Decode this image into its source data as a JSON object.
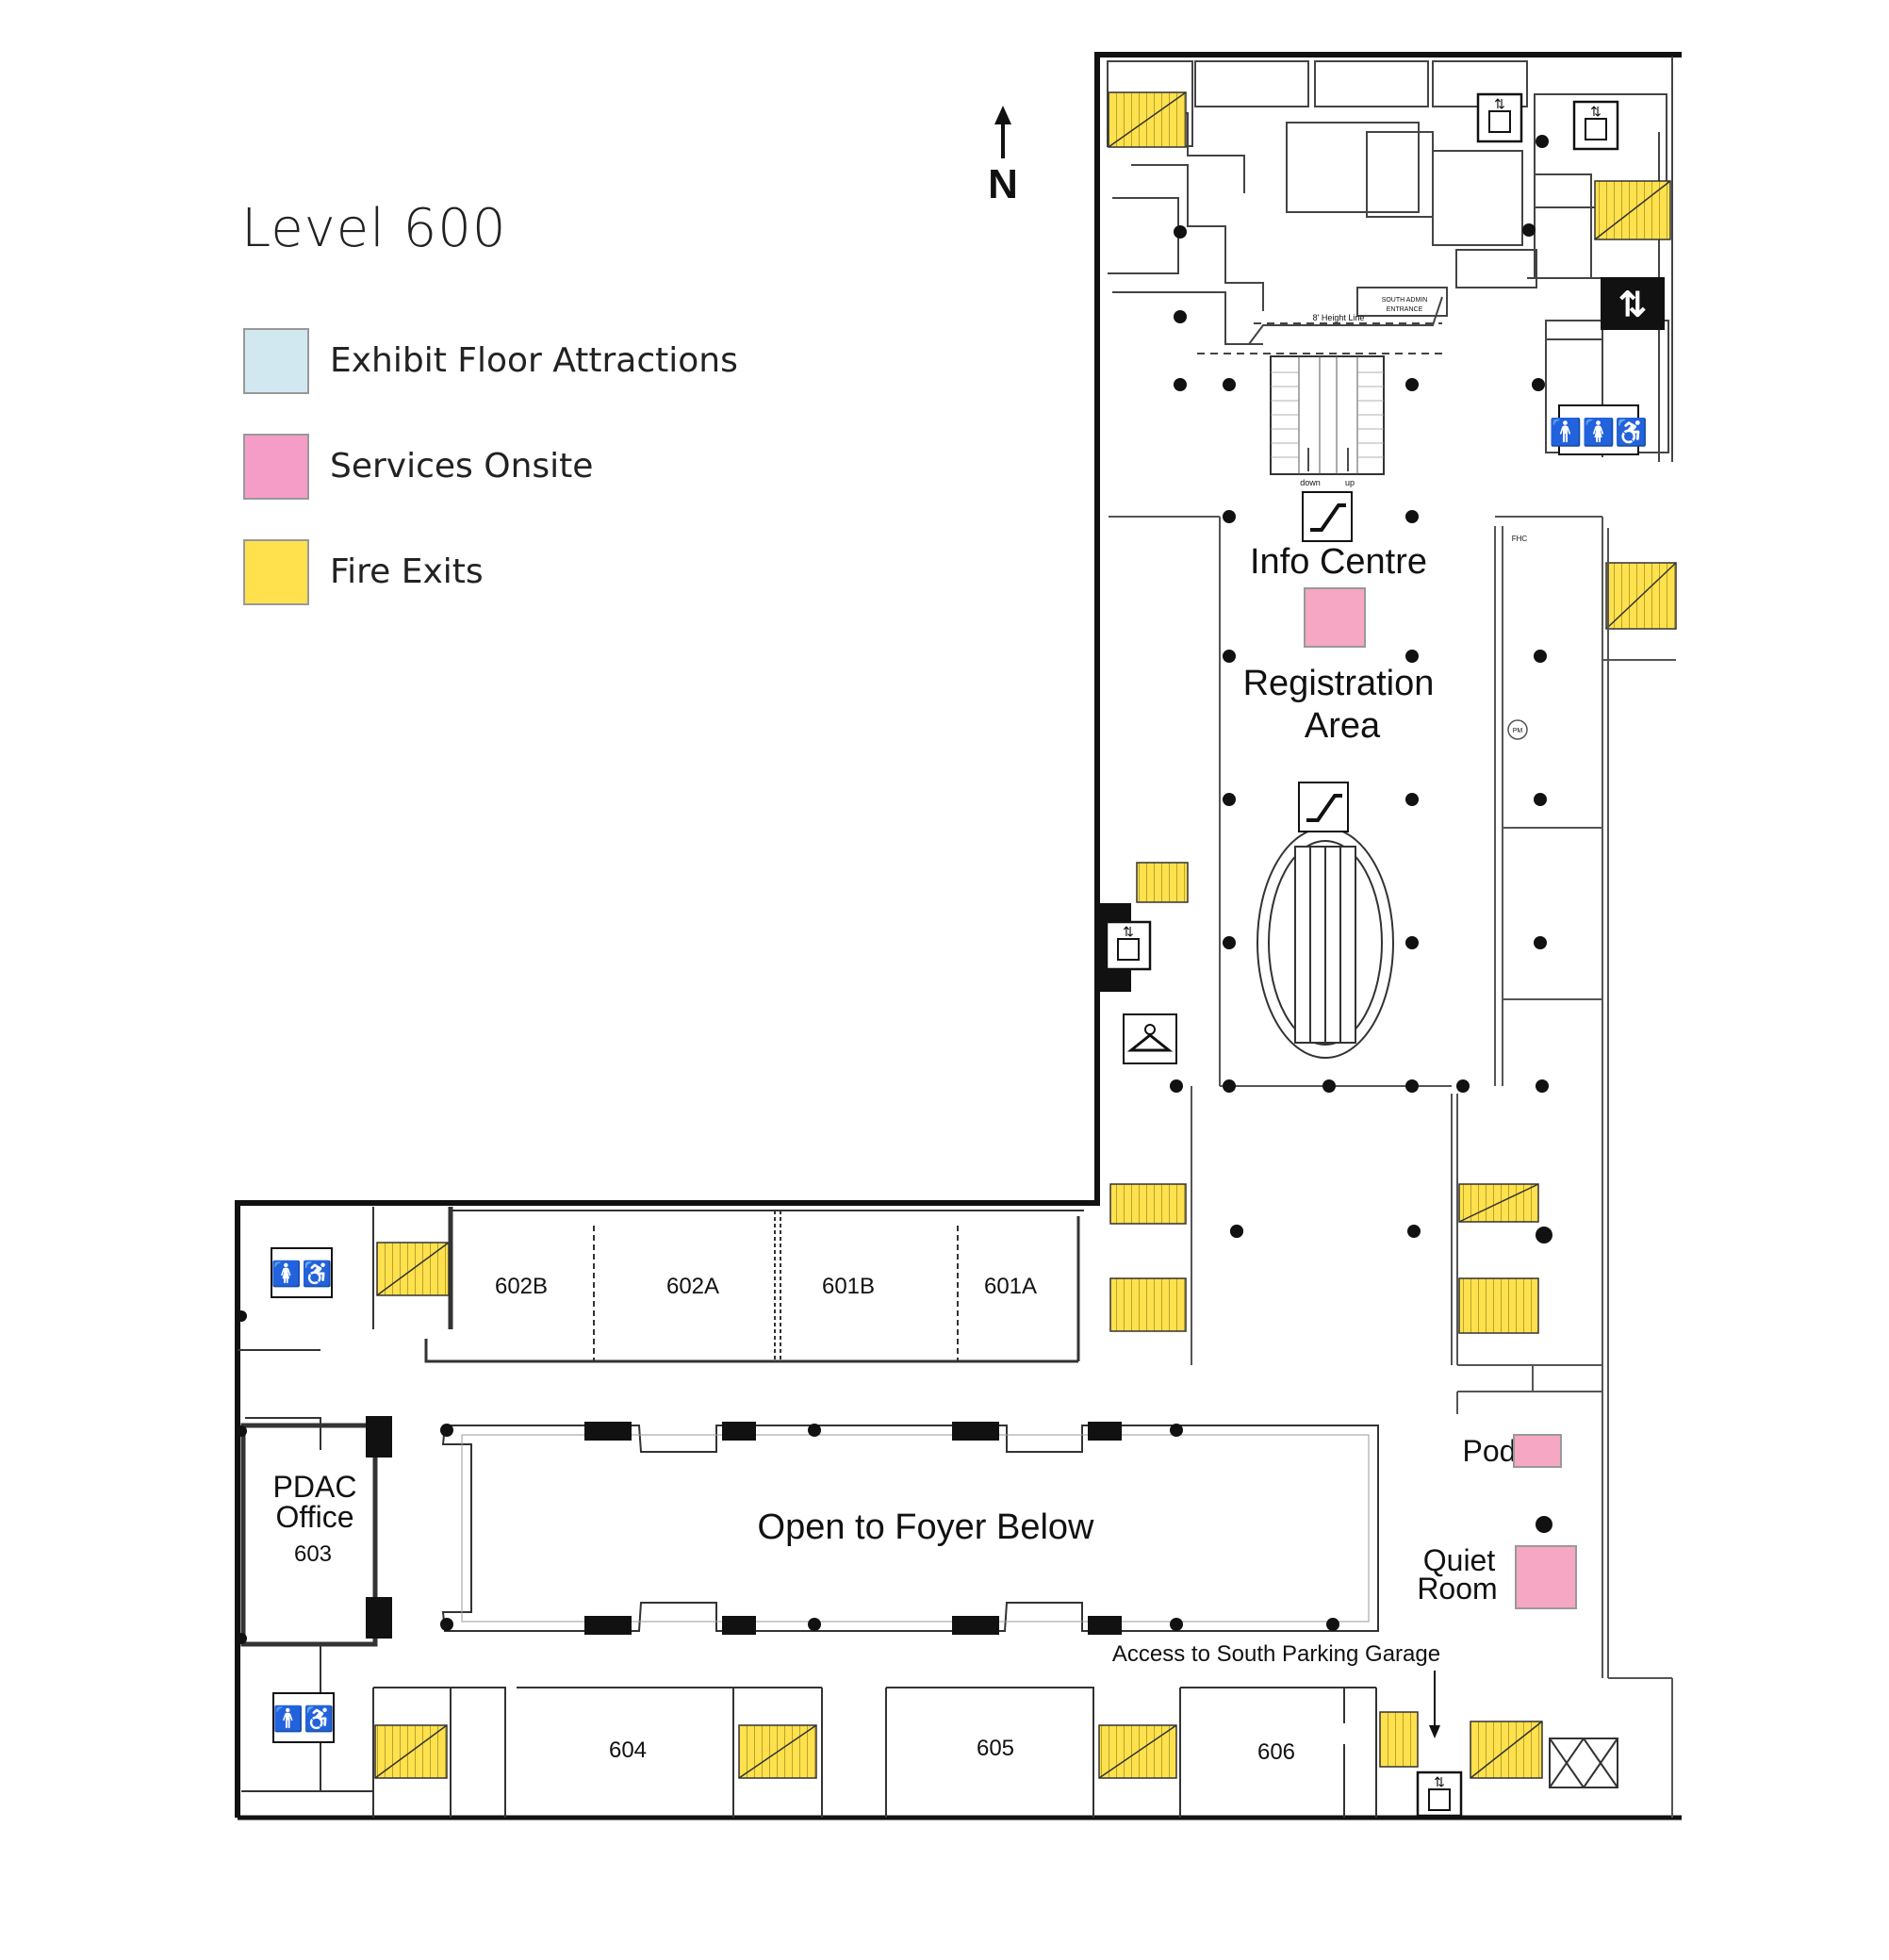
{
  "title": "Level 600",
  "legend": {
    "items": [
      {
        "label": "Exhibit Floor Attractions",
        "color": "#d2e8f0"
      },
      {
        "label": "Services Onsite",
        "color": "#f59dc6"
      },
      {
        "label": "Fire Exits",
        "color": "#ffe14d"
      }
    ]
  },
  "compass": {
    "label": "N"
  },
  "labels": {
    "info_centre": "Info Centre",
    "registration_1": "Registration",
    "registration_2": "Area",
    "open_foyer": "Open to Foyer Below",
    "pdac_1": "PDAC",
    "pdac_2": "Office",
    "pdac_3": "603",
    "pod": "Pod",
    "quiet_1": "Quiet",
    "quiet_2": "Room",
    "parking": "Access to South Parking Garage",
    "height_line": "8' Height Line",
    "south_admin_1": "SOUTH ADMIN",
    "south_admin_2": "ENTRANCE",
    "esc_down": "down",
    "esc_up": "up",
    "pm": "PM",
    "fhc": "FHC"
  },
  "rooms": [
    "602B",
    "602A",
    "601B",
    "601A",
    "604",
    "605",
    "606"
  ],
  "colors": {
    "fire": "#ffe14d",
    "service": "#f5a7c4",
    "wall": "#111111"
  }
}
